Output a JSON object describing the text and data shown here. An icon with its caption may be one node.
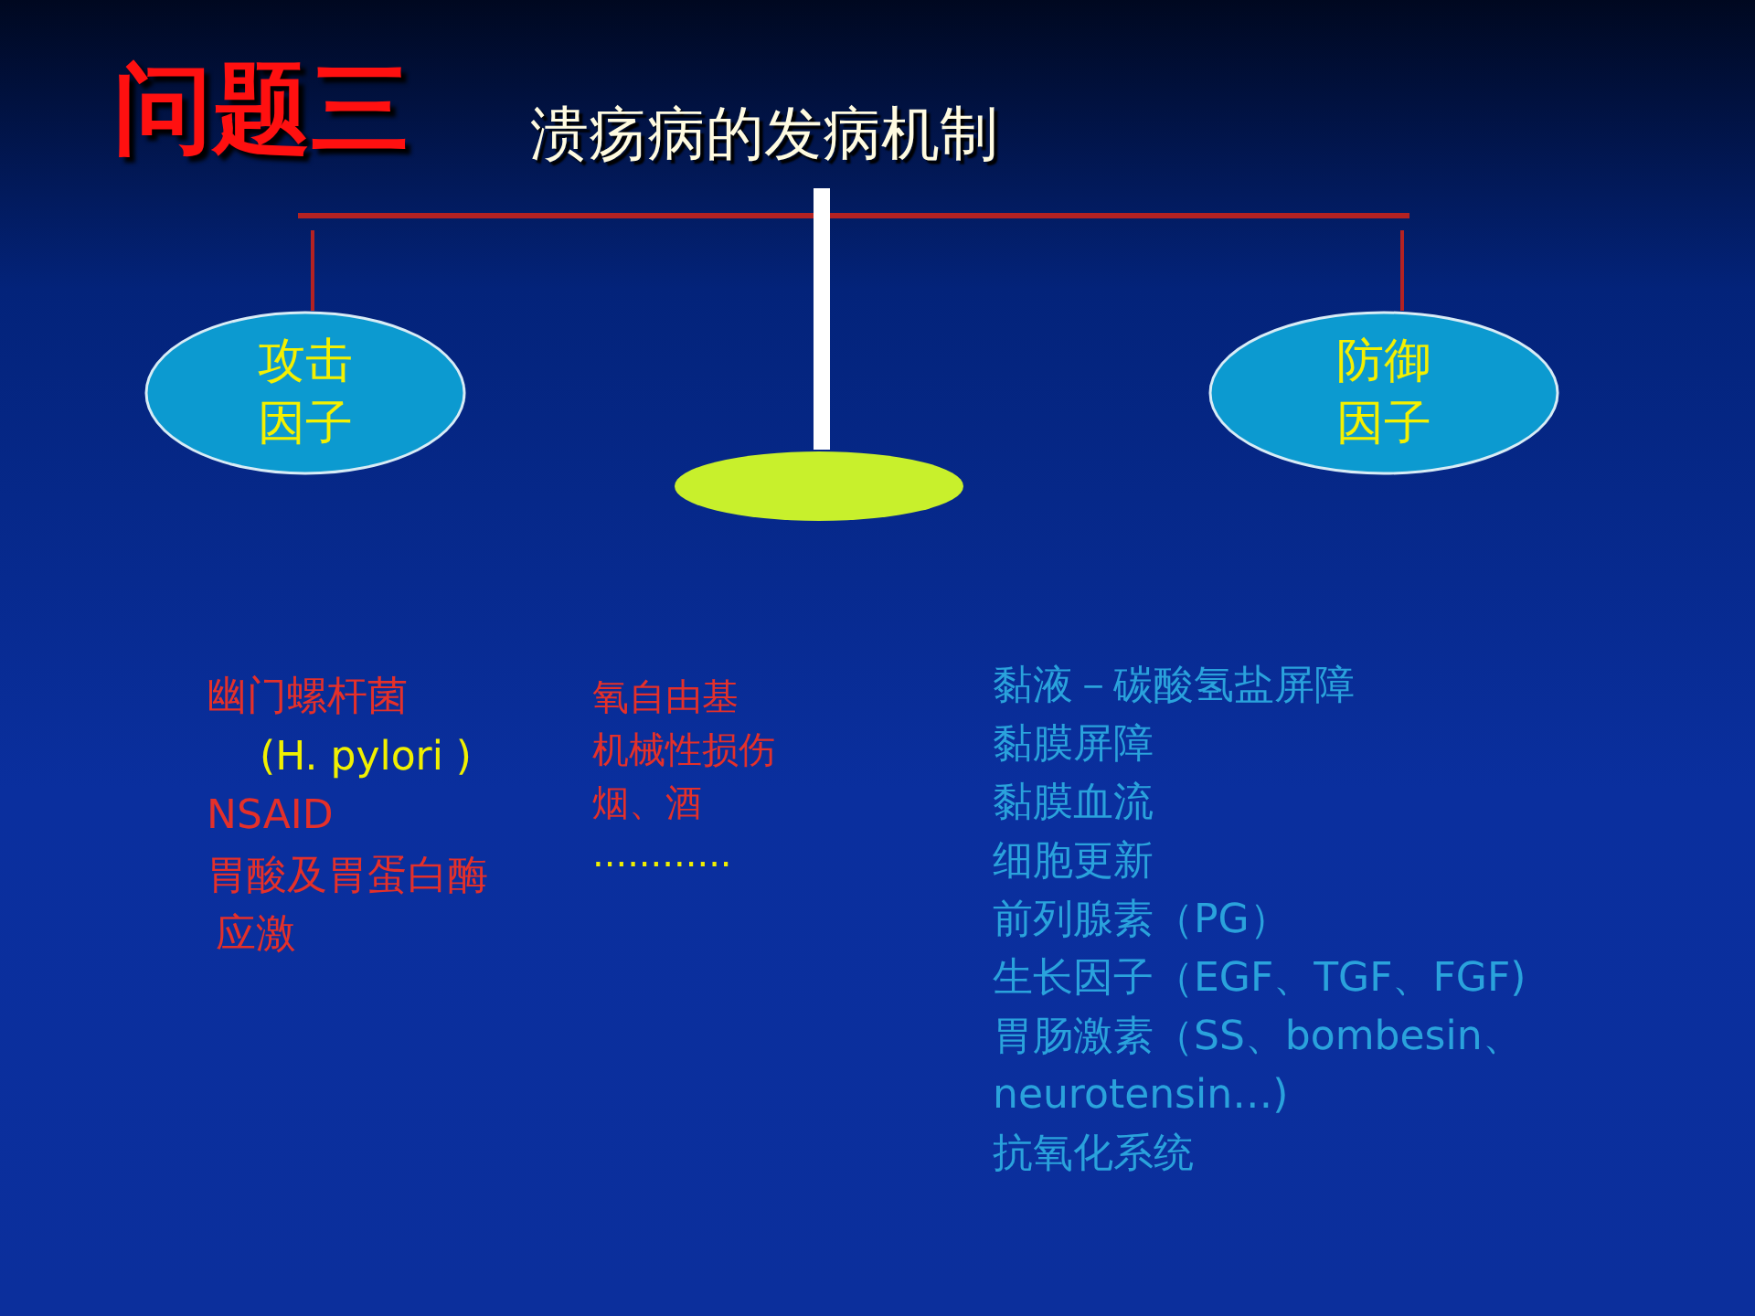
{
  "diagram": {
    "title": "溃疡病的发病机制",
    "nodes": [
      {
        "text": [
          "攻击因子"
        ]
      },
      {
        "text": [
          "防御因子"
        ]
      },
      {
        "text": [],
        "shape": "circle"
      }
    ],
    "labels": [
      "问题三",
      "幽门螺杆菌",
      "(H. pylori )",
      "NSAID",
      "胃酸及胃蛋白酶",
      "应激",
      "氧自由基",
      "机械性损伤",
      "烟、酒",
      "............",
      "黏液－碳酸氢盐屏障",
      "黏膜屏障",
      "黏膜血流",
      "细胞更新",
      "前列腺素（PG）",
      "生长因子（EGF、TGF、FGF)",
      "胃肠激素（SS、bombesin、neurotensin…)",
      "抗氧化系统"
    ]
  }
}
